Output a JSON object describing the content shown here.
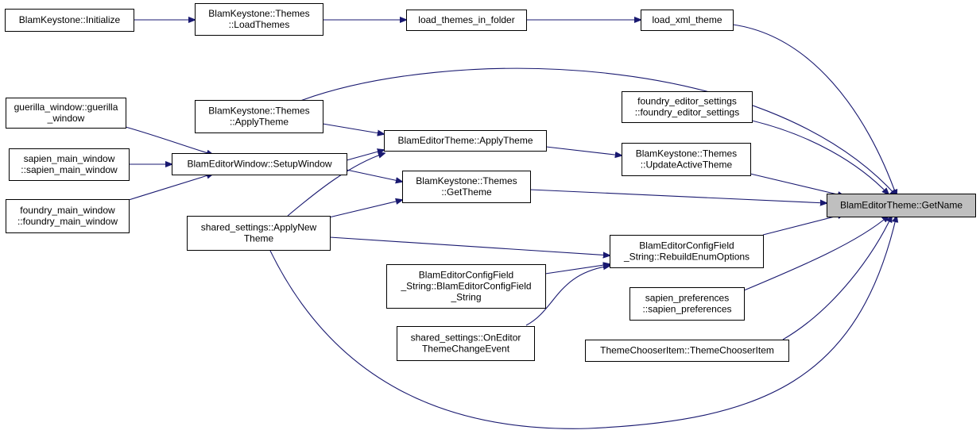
{
  "colors": {
    "edge": "#191970",
    "focus_fill": "#bfbfbf",
    "node_fill": "#ffffff",
    "node_border": "#000000"
  },
  "nodes": {
    "init": {
      "lines": [
        "BlamKeystone::Initialize"
      ]
    },
    "loadthemes": {
      "lines": [
        "BlamKeystone::Themes",
        "::LoadThemes"
      ]
    },
    "loadfolder": {
      "lines": [
        "load_themes_in_folder"
      ]
    },
    "loadxml": {
      "lines": [
        "load_xml_theme"
      ]
    },
    "guerilla": {
      "lines": [
        "guerilla_window::guerilla",
        "_window"
      ]
    },
    "sapienmain": {
      "lines": [
        "sapien_main_window",
        "::sapien_main_window"
      ]
    },
    "foundrymain": {
      "lines": [
        "foundry_main_window",
        "::foundry_main_window"
      ]
    },
    "ktapply": {
      "lines": [
        "BlamKeystone::Themes",
        "::ApplyTheme"
      ]
    },
    "setup": {
      "lines": [
        "BlamEditorWindow::SetupWindow"
      ]
    },
    "sharedapply": {
      "lines": [
        "shared_settings::ApplyNew",
        "Theme"
      ]
    },
    "betapply": {
      "lines": [
        "BlamEditorTheme::ApplyTheme"
      ]
    },
    "ktget": {
      "lines": [
        "BlamKeystone::Themes",
        "::GetTheme"
      ]
    },
    "foundryset": {
      "lines": [
        "foundry_editor_settings",
        "::foundry_editor_settings"
      ]
    },
    "ktupdate": {
      "lines": [
        "BlamKeystone::Themes",
        "::UpdateActiveTheme"
      ]
    },
    "rebuild": {
      "lines": [
        "BlamEditorConfigField",
        "_String::RebuildEnumOptions"
      ]
    },
    "cfgctor": {
      "lines": [
        "BlamEditorConfigField",
        "_String::BlamEditorConfigField",
        "_String"
      ]
    },
    "onchange": {
      "lines": [
        "shared_settings::OnEditor",
        "ThemeChangeEvent"
      ]
    },
    "sapienpref": {
      "lines": [
        "sapien_preferences",
        "::sapien_preferences"
      ]
    },
    "chooser": {
      "lines": [
        "ThemeChooserItem::ThemeChooserItem"
      ]
    },
    "getname": {
      "lines": [
        "BlamEditorTheme::GetName"
      ]
    }
  }
}
